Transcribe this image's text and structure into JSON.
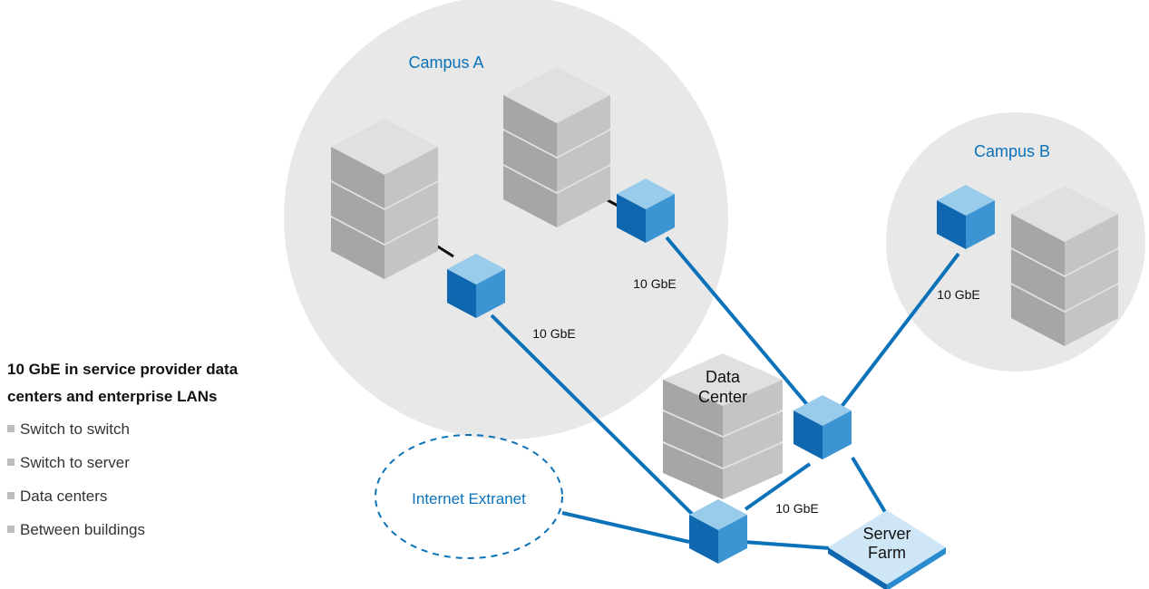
{
  "panel": {
    "title_line1": "10 GbE in service provider data",
    "title_line2": "centers and enterprise LANs",
    "bullets": [
      "Switch to switch",
      "Switch to server",
      "Data centers",
      "Between buildings"
    ]
  },
  "diagram": {
    "campus_a_label": "Campus A",
    "campus_b_label": "Campus B",
    "data_center_line1": "Data",
    "data_center_line2": "Center",
    "server_farm_line1": "Server",
    "server_farm_line2": "Farm",
    "internet_extranet_label": "Internet Extranet",
    "link_label": "10 GbE",
    "colors": {
      "accent_blue": "#0b72b9",
      "campus_fill": "#e8e8e8",
      "server_gray": "#b5b5b5",
      "switch_blue": "#2a8bcf"
    }
  }
}
